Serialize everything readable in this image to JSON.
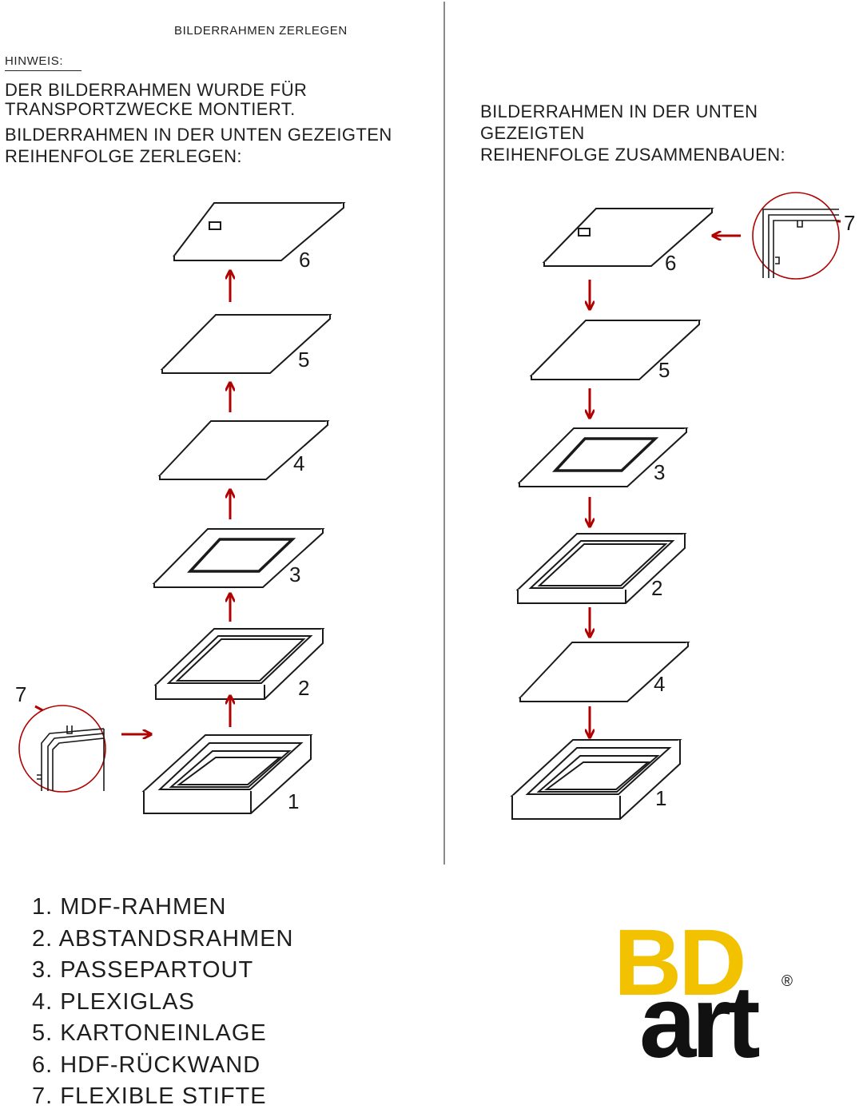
{
  "title": "BILDERRAHMEN ZERLEGEN",
  "hinweis": "HINWEIS:",
  "left_text": {
    "line1": "DER BILDERRAHMEN WURDE FÜR",
    "line2": "TRANSPORTZWECKE MONTIERT.",
    "line3": "BILDERRAHMEN IN DER UNTEN GEZEIGTEN",
    "line4": "REIHENFOLGE ZERLEGEN:"
  },
  "right_text": {
    "line1": "BILDERRAHMEN IN DER UNTEN GEZEIGTEN",
    "line2": "REIHENFOLGE ZUSAMMENBAUEN:"
  },
  "part_numbers": {
    "n1": "1",
    "n2": "2",
    "n3": "3",
    "n4": "4",
    "n5": "5",
    "n6": "6",
    "n7": "7"
  },
  "legend": [
    "1. MDF-RAHMEN",
    "2. ABSTANDSRAHMEN",
    "3. PASSEPARTOUT",
    "4. PLEXIGLAS",
    "5. KARTONEINLAGE",
    "6. HDF-RÜCKWAND",
    "7. FLEXIBLE STIFTE"
  ],
  "logo": {
    "top": "BD",
    "bottom": "art",
    "mark": "®"
  },
  "colors": {
    "arrow": "#b00000",
    "outline": "#1a1a1a",
    "logo_yellow": "#f2c200"
  }
}
